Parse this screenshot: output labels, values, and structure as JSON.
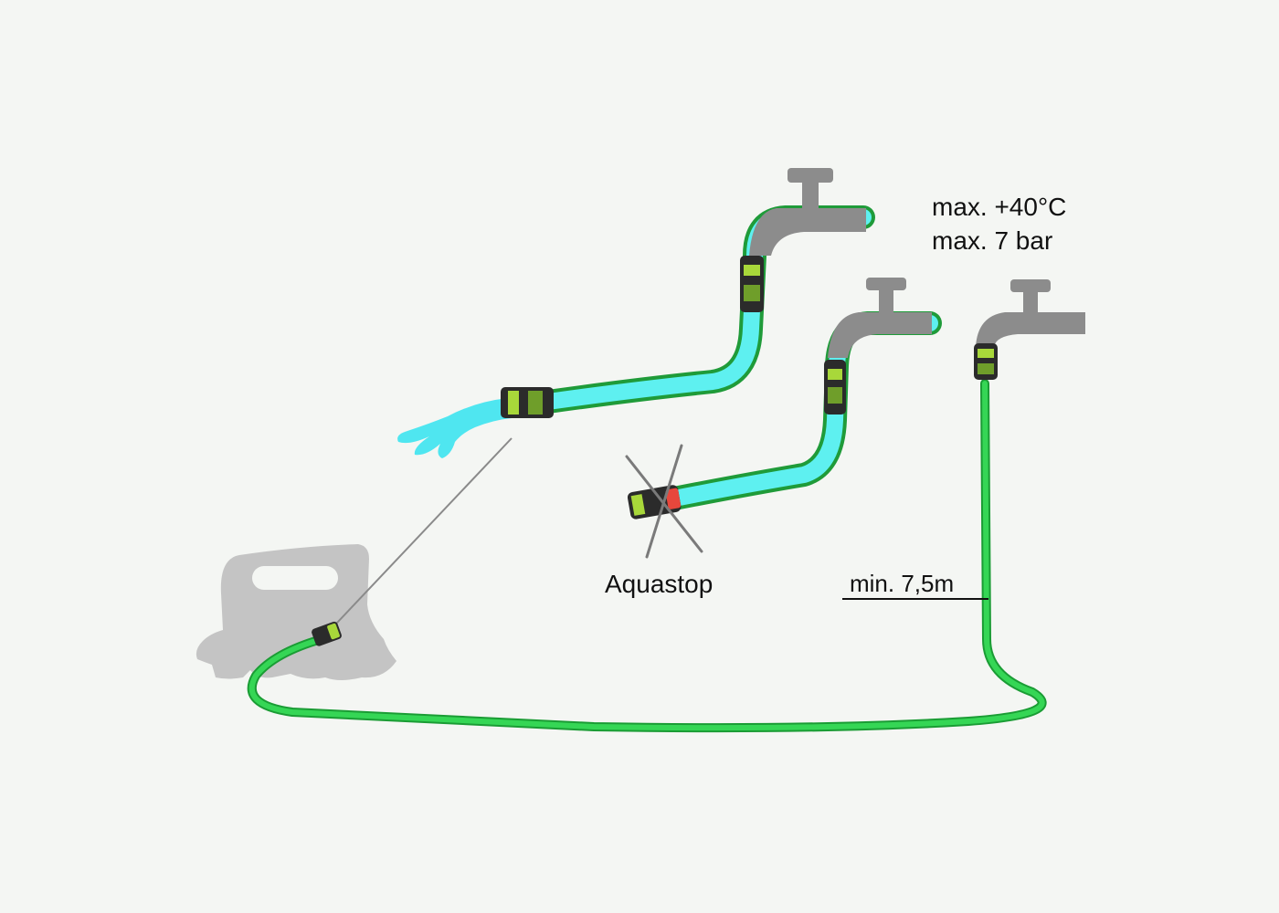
{
  "labels": {
    "max_temperature": "max. +40°C",
    "max_pressure": "max. 7 bar",
    "aquastop": "Aquastop",
    "min_hose_length": "min. 7,5m"
  },
  "colors": {
    "background": "#f4f6f3",
    "hose_green": "#27c94a",
    "water_cyan": "#5ef0f0",
    "tap_gray": "#8c8c8c",
    "device_gray": "#c4c4c4",
    "connector_dark": "#2b2b2b",
    "connector_lime": "#a8d83a",
    "aquastop_red": "#e8473c"
  },
  "icons": {
    "tap_1": "water-tap-icon",
    "tap_2": "water-tap-icon",
    "tap_3": "water-tap-icon",
    "device": "pressure-washer-silhouette-icon",
    "aquastop_cross": "cross-mark-icon"
  }
}
